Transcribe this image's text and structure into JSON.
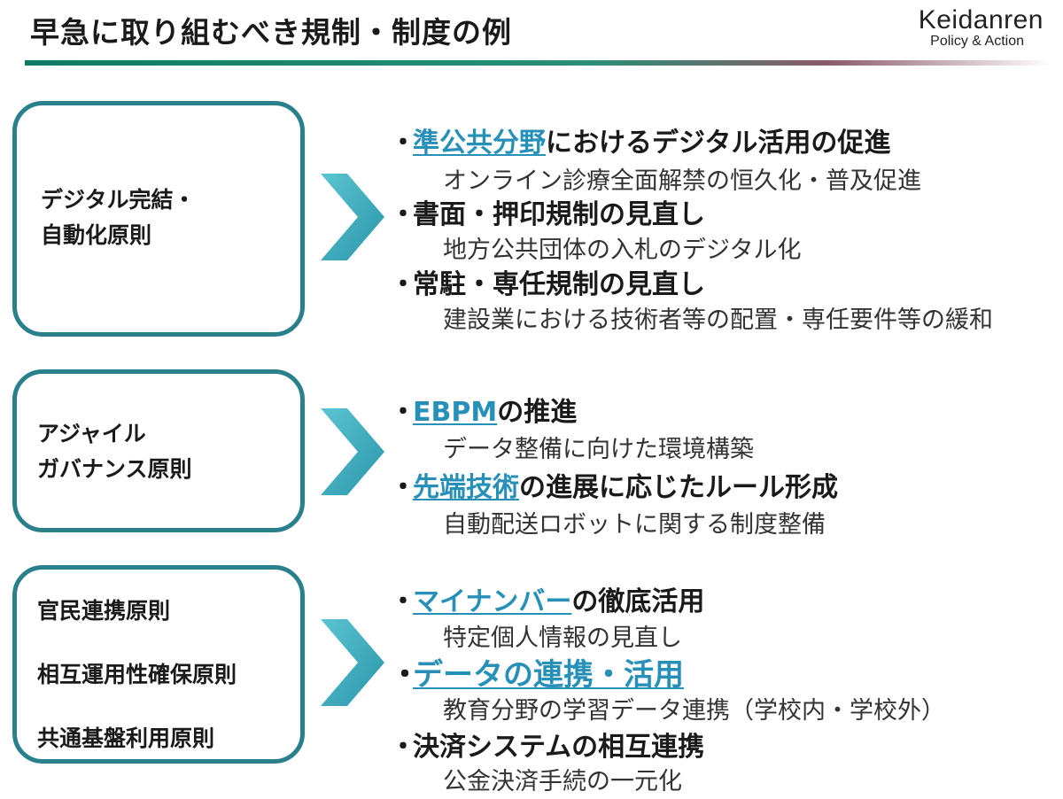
{
  "header": {
    "title": "早急に取り組むべき規制・制度の例",
    "brand": "Keidanren",
    "brand_sub": "Policy & Action"
  },
  "colors": {
    "accent": "#2a7f8c",
    "highlight": "#2790b8",
    "rule": "#0f7a63",
    "arrow": "#3aa8b8"
  },
  "sections": [
    {
      "principles": [
        "デジタル完結・",
        "自動化原則"
      ],
      "items": [
        {
          "bullet": "・",
          "highlight": "準公共分野",
          "heading": "における デジタル活用の促進",
          "detail": "オンライン診療全面解禁の恒久化・普及促進"
        },
        {
          "bullet": "・",
          "highlight": "",
          "heading": "書面・押印規制の見直し",
          "detail": "地方公共団体の入札のデジタル化"
        },
        {
          "bullet": "・",
          "highlight": "",
          "heading": "常駐・専任規制の見直し",
          "detail": "建設業における技術者等の配置・専任要件等の緩和"
        }
      ]
    },
    {
      "principles": [
        "アジャイル",
        "ガバナンス原則"
      ],
      "items": [
        {
          "bullet": "・",
          "highlight": "EBPM",
          "heading": "の推進",
          "detail": "データ整備に向けた環境構築"
        },
        {
          "bullet": "・",
          "highlight": "先端技術",
          "heading": "の進展に応じたルール形成",
          "detail": "自動配送ロボットに関する制度整備"
        }
      ]
    },
    {
      "principles": [
        "官民連携原則",
        "相互運用性確保原則",
        "共通基盤利用原則"
      ],
      "items": [
        {
          "bullet": "・",
          "highlight": "マイナンバー",
          "heading": "の徹底活用",
          "detail": "特定個人情報の見直し"
        },
        {
          "bullet": "・",
          "highlight": "データの連携・活用",
          "heading": "",
          "detail": "教育分野の学習データ連携（学校内・学校外）"
        },
        {
          "bullet": "・",
          "highlight": "",
          "heading": "決済システムの相互連携",
          "detail": "公金決済手続の一元化"
        }
      ]
    }
  ]
}
